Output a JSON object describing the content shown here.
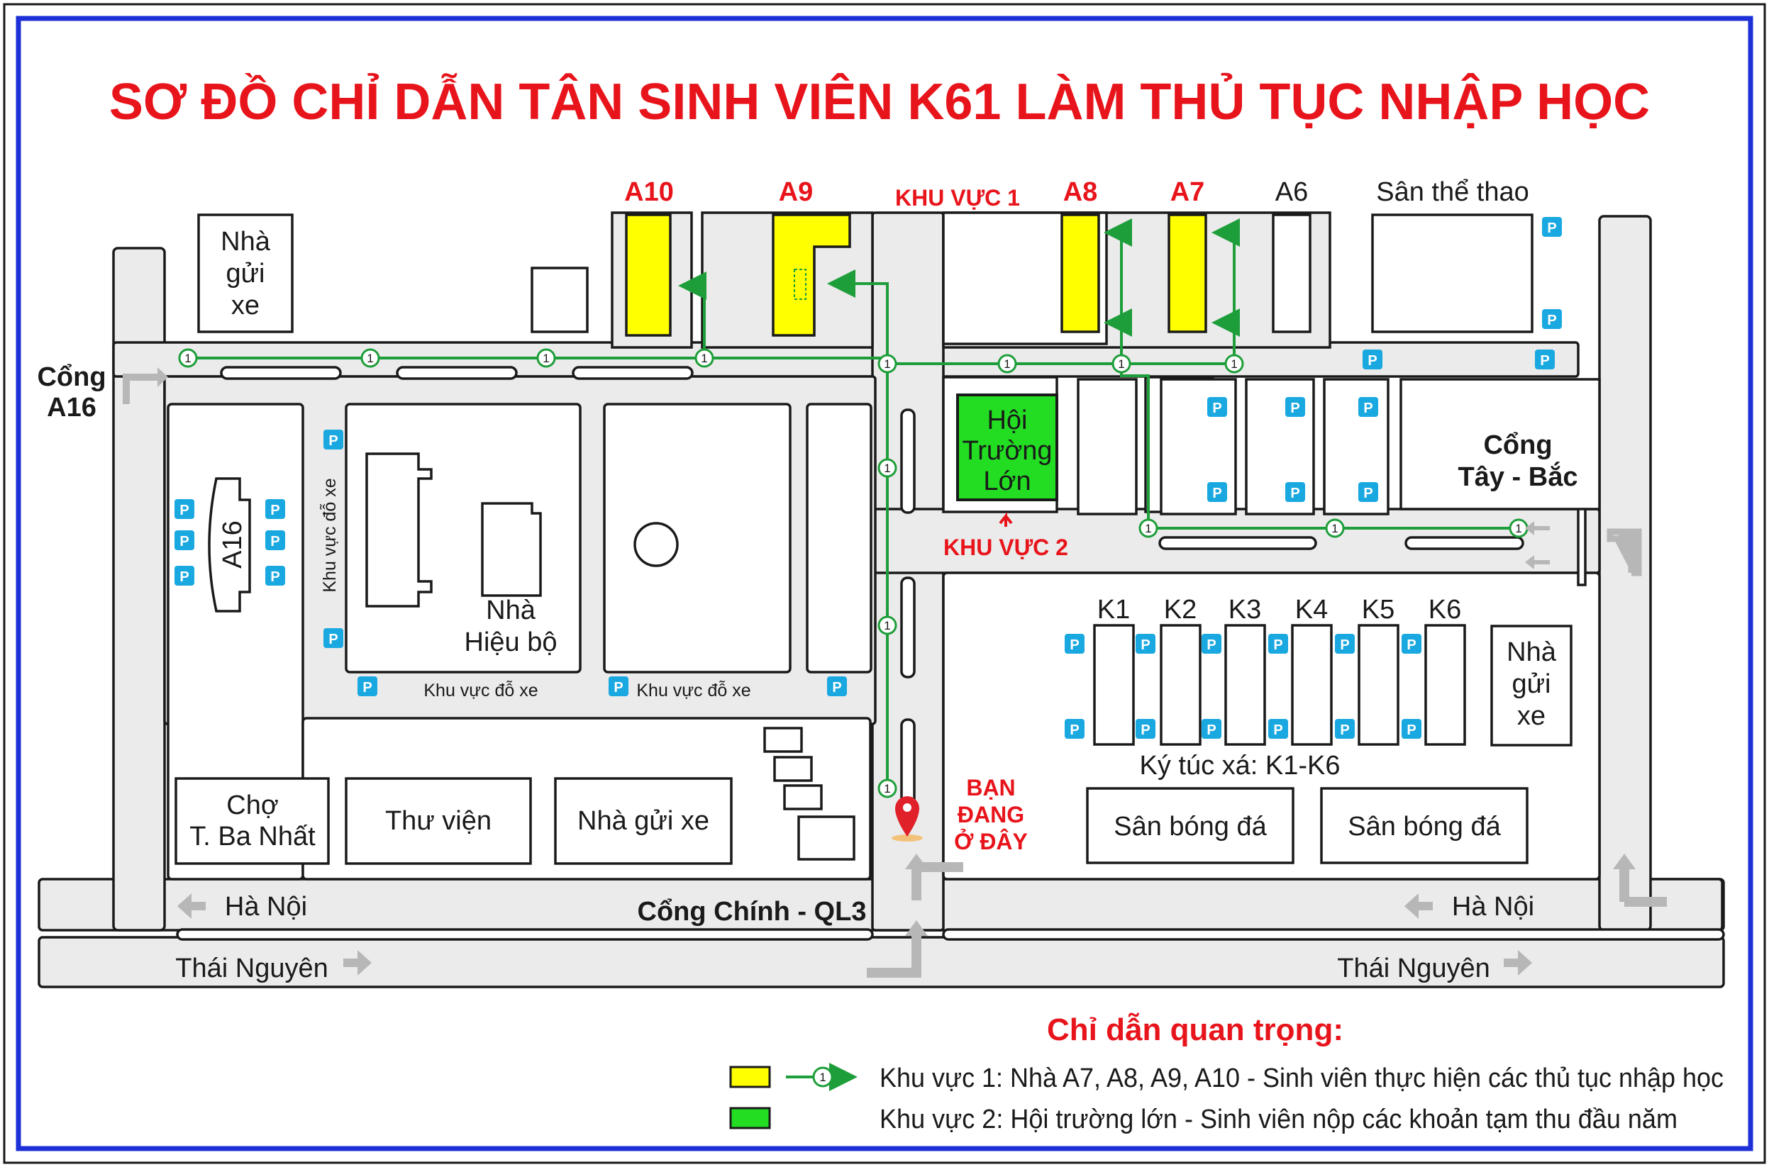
{
  "title": "SƠ ĐỒ CHỈ DẪN TÂN SINH VIÊN K61 LÀM THỦ TỤC NHẬP HỌC",
  "zones": {
    "zone1": "KHU VỰC 1",
    "zone2": "KHU VỰC 2"
  },
  "route_node_label": "1",
  "parking_label": "P",
  "buildings": {
    "a10": "A10",
    "a9": "A9",
    "a8": "A8",
    "a7": "A7",
    "a6": "A6",
    "sports_ground": "Sân thể thao",
    "parking_nw": [
      "Nhà",
      "gửi",
      "xe"
    ],
    "hall": [
      "Hội",
      "Trường",
      "Lớn"
    ],
    "a16": "A16",
    "admin": [
      "Nhà",
      "Hiệu bộ"
    ],
    "parking_area_vertical": "Khu vực đỗ xe",
    "parking_area_1": "Khu vực đỗ xe",
    "parking_area_2": "Khu vực đỗ xe",
    "market": [
      "Chợ",
      "T. Ba Nhất"
    ],
    "library": "Thư viện",
    "parking_south": "Nhà gửi xe",
    "dorms": [
      "K1",
      "K2",
      "K3",
      "K4",
      "K5",
      "K6"
    ],
    "dorm_caption": "Ký túc xá: K1-K6",
    "parking_east": [
      "Nhà",
      "gửi",
      "xe"
    ],
    "football_1": "Sân bóng đá",
    "football_2": "Sân bóng đá"
  },
  "gates": {
    "a16": [
      "Cổng",
      "A16"
    ],
    "northwest": [
      "Cổng",
      "Tây - Bắc"
    ],
    "main": "Cổng Chính - QL3"
  },
  "you_are_here": [
    "BẠN",
    "ĐANG",
    "Ở ĐÂY"
  ],
  "directions": {
    "hanoi_left": "Hà Nội",
    "hanoi_right": "Hà Nội",
    "thainguyen_left": "Thái Nguyên",
    "thainguyen_right": "Thái Nguyên"
  },
  "legend": {
    "title": "Chỉ dẫn quan trọng:",
    "item1": "Khu vực 1: Nhà A7, A8, A9, A10 - Sinh viên thực hiện các thủ tục nhập học",
    "item2": "Khu vực 2: Hội trường lớn - Sinh viên nộp các khoản tạm thu đầu năm",
    "color1": "#ffff00",
    "color2": "#22dd22"
  },
  "colors": {
    "frame": "#1d2fd6",
    "title": "#e8141b",
    "route": "#1e9e3a",
    "marker": "#e0212a"
  }
}
